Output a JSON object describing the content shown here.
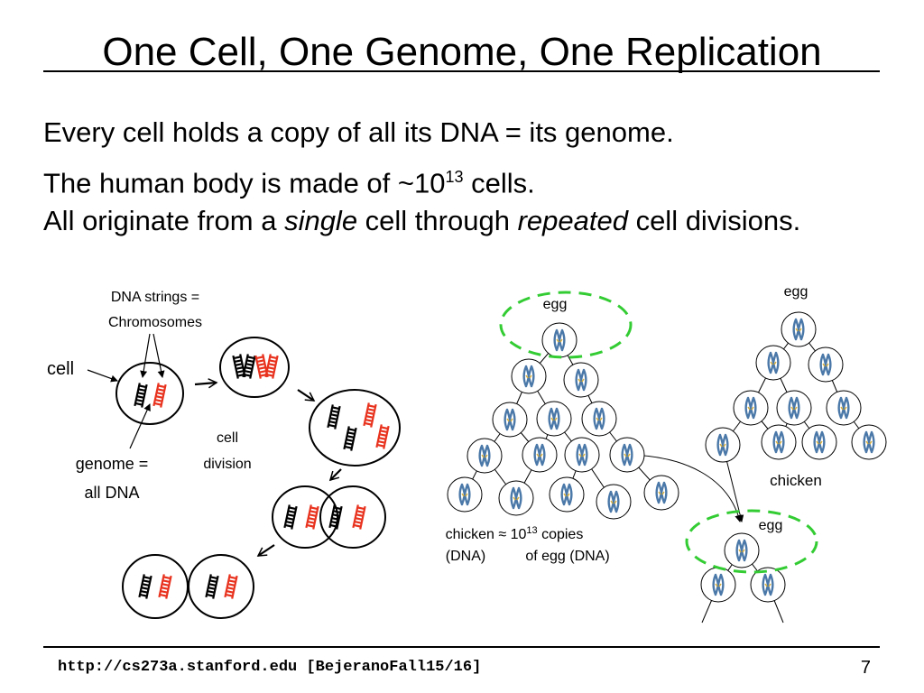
{
  "slide": {
    "title": "One Cell, One Genome, One Replication",
    "bullets": [
      {
        "text": "Every cell holds a copy of all its DNA = its genome."
      },
      {
        "pre": "The human body is made of ~10",
        "sup": "13",
        "post": " cells."
      },
      {
        "pre": "All originate from a ",
        "em1": "single",
        "mid": " cell through ",
        "em2": "repeated",
        "post": " cell divisions."
      }
    ],
    "footer": {
      "url": "http://cs273a.stanford.edu [BejeranoFall15/16]",
      "page_number": "7"
    }
  },
  "left_diagram": {
    "dna_label_line1": "DNA strings =",
    "dna_label_line2": "Chromosomes",
    "cell_label": "cell",
    "genome_label_line1": "genome =",
    "genome_label_line2": "all DNA",
    "division_label_line1": "cell",
    "division_label_line2": "division",
    "colors": {
      "black_strand": "#000000",
      "red_strand": "#e8321e",
      "cell_outline": "#000000"
    }
  },
  "right_diagram": {
    "egg_label_top": "egg",
    "egg_label_right": "egg",
    "egg_label_bottom": "egg",
    "chicken_label": "chicken",
    "copies_pre": "chicken ≈ 10",
    "copies_sup": "13",
    "copies_post": " copies",
    "copies_line2_a": "(DNA)",
    "copies_line2_b": "of egg (DNA)",
    "colors": {
      "dashed_ring": "#33cc33",
      "chromosome": "#4a78a8",
      "node_outline": "#000000"
    }
  }
}
